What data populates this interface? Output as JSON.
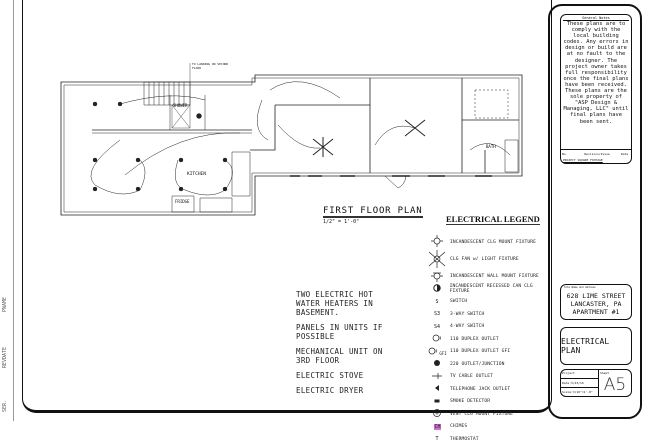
{
  "side_labels": [
    "PNAME",
    "REVDATE",
    "SER."
  ],
  "plan": {
    "title": "FIRST FLOOR PLAN",
    "scale": "1/2\" = 1'-0\"",
    "room_labels": {
      "kitchen": "KITCHEN",
      "shower": "SHOWER",
      "bath": "BATH",
      "fridge": "FRIDGE"
    },
    "stair_note": "TO LANDING ON SECOND FLOOR"
  },
  "notes": [
    "TWO ELECTRIC HOT WATER HEATERS IN BASEMENT.",
    "PANELS IN UNITS IF POSSIBLE",
    "MECHANICAL UNIT ON 3RD FLOOR",
    "ELECTRIC STOVE",
    "ELECTRIC DRYER"
  ],
  "legend": {
    "title": "ELECTRICAL LEGEND",
    "items": [
      {
        "icon": "ceiling-fixture",
        "label": "INCANDESCENT CLG MOUNT FIXTURE"
      },
      {
        "icon": "ceiling-fan",
        "label": "CLG FAN w/ LIGHT FIXTURE"
      },
      {
        "icon": "wall-fixture",
        "label": "INCANDESCENT WALL MOUNT FIXTURE"
      },
      {
        "icon": "recessed-can",
        "label": "INCANDESCENT RECESSED CAN CLG FIXTURE"
      },
      {
        "icon": "switch",
        "symbol": "S",
        "label": "SWITCH"
      },
      {
        "icon": "3-way-switch",
        "symbol": "S3",
        "label": "3-WAY SWITCH"
      },
      {
        "icon": "4-way-switch",
        "symbol": "S4",
        "label": "4-WAY SWITCH"
      },
      {
        "icon": "duplex-outlet",
        "label": "110 DUPLEX OUTLET"
      },
      {
        "icon": "duplex-outlet-gfi",
        "symbol": "GFI",
        "label": "110 DUPLEX OUTLET GFI"
      },
      {
        "icon": "220-outlet",
        "label": "220 OUTLET/JUNCTION"
      },
      {
        "icon": "tv-cable",
        "label": "TV CABLE OUTLET"
      },
      {
        "icon": "telephone-jack",
        "label": "TELEPHONE JACK OUTLET"
      },
      {
        "icon": "smoke-detector",
        "label": "SMOKE DETECTOR"
      },
      {
        "icon": "vent-fixture",
        "label": "VENT CLG MOUNT FIXTURE"
      },
      {
        "icon": "chimes",
        "symbol": "CH",
        "label": "CHIMES",
        "color": "#d070d0"
      },
      {
        "icon": "thermostat",
        "symbol": "T",
        "label": "THERMOSTAT"
      }
    ]
  },
  "title_block": {
    "general_notes_title": "General Notes",
    "general_notes": "These plans are to comply with the local building codes. Any errors in design or build are at no fault to the designer. The project owner takes full responsibility once the final plans have been received. These plans are the sole property of \"ASP Design & Managing, LLC\" until final plans have been sent.",
    "rev_no": "No.",
    "rev_desc": "Revision/Issue",
    "rev_date": "Date",
    "square_footage": "PROJECT SQUARE FOOTAGE",
    "address_label": "Site Name and Address",
    "address": [
      "628 LIME STREET",
      "LANCASTER, PA",
      "APARTMENT #1"
    ],
    "sheet_title": "ELECTRICAL PLAN",
    "project": "Project",
    "date": "Date:3/23/16",
    "scale": "Scale:3/16\"=1'-0\"",
    "sheet_label": "Sheet",
    "sheet": "A5"
  }
}
